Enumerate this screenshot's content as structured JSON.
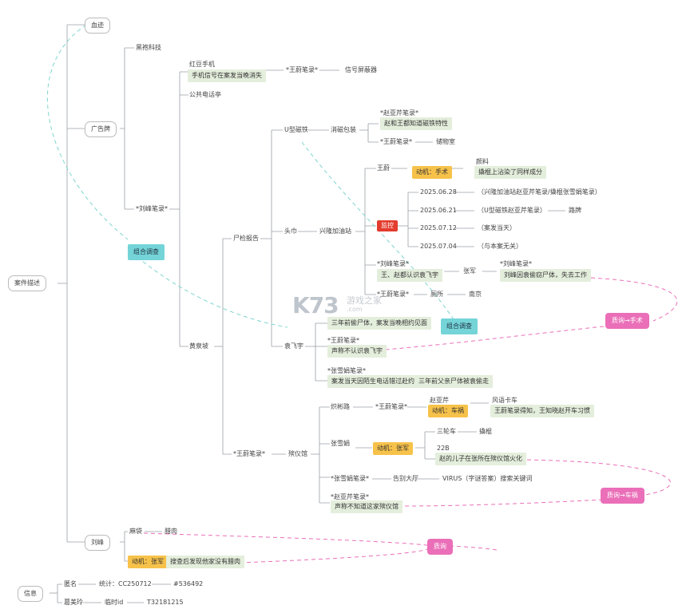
{
  "root": "案件描述",
  "branches": {
    "blood": "血迹",
    "billboard": "广告牌",
    "liufeng": "刘峰",
    "info": "信息"
  },
  "black_tech": "黑袍科技",
  "red_bean_phone": "红豆手机",
  "phone_note": "手机信号在案发当晚消失",
  "wang_record_1": "*王蔚笔录*",
  "signal_blocker": "信号屏蔽器",
  "public_phone": "公共电话亭",
  "liu_record": "*刘峰笔录*",
  "combo_1": "组合调查",
  "huangquan": "黄泉坡",
  "autopsy": "尸检报告",
  "u_magnet": "U型磁铁",
  "demag": "消磁包装",
  "zhao_record": "*赵亚芹笔录*",
  "zhao_note": "赵和王都知道磁铁特性",
  "wang_record_2": "*王蔚笔录*",
  "storage": "储物室",
  "towel": "头巾",
  "xinglong_gas": "兴隆加油站",
  "wangwei": "王蔚",
  "motive_surgery": "动机：手术",
  "pigment": "颜料",
  "pigment_note": "撬棍上沾染了同样成分",
  "monitor": "监控",
  "d1": "2025.06.28",
  "d1_note": "（兴隆加油站赵亚芹笔录/撬棍张雪娟笔录）",
  "d2": "2025.06.21",
  "d2_note": "（U型磁铁赵亚芹笔录）",
  "d2_end": "路牌",
  "d3": "2025.07.12",
  "d3_note": "（案发当天）",
  "d4": "2025.07.04",
  "d4_note": "（与本案无关）",
  "liu_record_2": "*刘峰笔录*",
  "liu_note_1": "王、赵都认识袁飞宇",
  "zhangjun_1": "张军",
  "liu_record_3": "*刘峰笔录*",
  "liu_note_2": "刘峰因袁偷窃尸体，失去工作",
  "wang_record_3": "*王蔚笔录*",
  "toilet": "厕所",
  "south_capital": "南京",
  "yuanfeiyu": "袁飞宇",
  "yuan_note": "三年前偷尸体，案发当晚相约见面",
  "combo_2": "组合调查",
  "wang_record_4": "*王蔚笔录*",
  "wang_note_4": "声称不认识袁飞宇",
  "zhangxj_record": "*张雪娟笔录*",
  "zhangxj_note_1": "案发当天因陌生电话错过赴约",
  "zhangxj_note_2": "三年前父亲尸体被袁偷走",
  "question_surgery": "质询→手术",
  "wang_record_5": "*王蔚笔录*",
  "funeral": "殡仪馆",
  "binxiu_road": "炽彬路",
  "wang_record_6": "*王蔚笔录*",
  "zhaoyaqin": "赵亚芹",
  "motive_crash": "动机：车祸",
  "wind_truck": "风语卡车",
  "wind_note": "王蔚笔录得知，王知晓赵开车习惯",
  "zhangxuejuan": "张雪娟",
  "motive_zhangjun": "动机：张军",
  "tricycle": "三轮车",
  "crowbar": "撬棍",
  "num22b": "22B",
  "son_note": "赵的儿子在张所在殡仪馆火化",
  "zhangxj_record_2": "*张雪娟笔录*",
  "farewell_hall": "告别大厅",
  "virus_note": "VIRUS（字谜答案）搜索关键词",
  "zhao_record_2": "*赵亚芹笔录*",
  "zhao_note_2": "声称不知道这家殡仪馆",
  "question_crash": "质询→车祸",
  "sack": "麻袋",
  "bacon": "腊肉",
  "motive_zhangjun_2": "动机：张军",
  "search_note": "搜查后发现他家没有腊肉",
  "question": "质询",
  "anon": "匿名",
  "stats": "统计：CC250712",
  "stats_code": "#536492",
  "ge_meiling": "葛美玲",
  "temp_id": "临时id",
  "temp_code": "T32181215",
  "watermark": {
    "logo": "K73",
    "cn": "游戏之家",
    "domain": ".com"
  },
  "colors": {
    "note_bg": "#e4eedc",
    "motive": "#f7c24a",
    "monitor": "#e33b2e",
    "combo": "#74d4d8",
    "question": "#ea6fb8",
    "link": "#7fd6cf"
  }
}
